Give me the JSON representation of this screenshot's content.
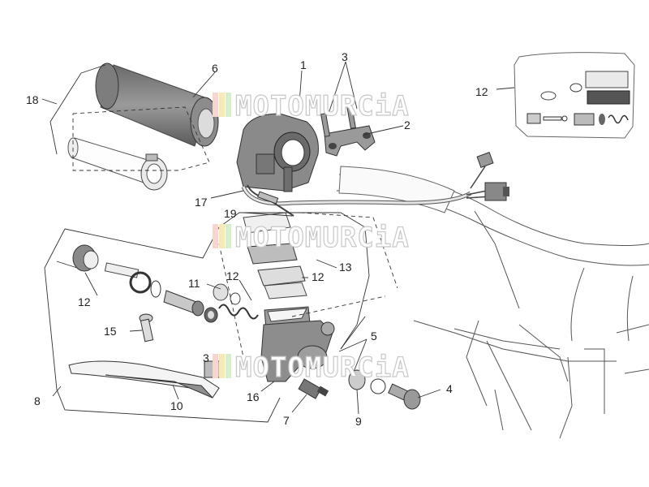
{
  "diagram": {
    "watermark": "MOTOMURCiA",
    "callouts": [
      {
        "id": "c1",
        "text": "1"
      },
      {
        "id": "c2",
        "text": "2"
      },
      {
        "id": "c3",
        "text": "3"
      },
      {
        "id": "c4",
        "text": "4"
      },
      {
        "id": "c5",
        "text": "5"
      },
      {
        "id": "c6",
        "text": "6"
      },
      {
        "id": "c7",
        "text": "7"
      },
      {
        "id": "c8",
        "text": "8"
      },
      {
        "id": "c9",
        "text": "9"
      },
      {
        "id": "c10",
        "text": "10"
      },
      {
        "id": "c11",
        "text": "11"
      },
      {
        "id": "c12a",
        "text": "12"
      },
      {
        "id": "c12b",
        "text": "12"
      },
      {
        "id": "c12c",
        "text": "12"
      },
      {
        "id": "c12d",
        "text": "12"
      },
      {
        "id": "c13",
        "text": "13"
      },
      {
        "id": "c15",
        "text": "15"
      },
      {
        "id": "c16",
        "text": "16"
      },
      {
        "id": "c17",
        "text": "17"
      },
      {
        "id": "c18",
        "text": "18"
      },
      {
        "id": "c19",
        "text": "19"
      },
      {
        "id": "c3b",
        "text": "3"
      }
    ]
  }
}
